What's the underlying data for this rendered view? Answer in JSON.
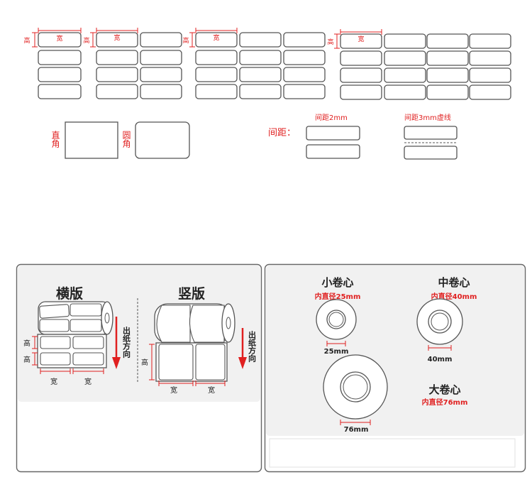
{
  "labels": {
    "width": "宽",
    "height": "高",
    "straight_corner": "直角",
    "rounded_corner": "圆角",
    "spacing": "间距：",
    "spacing_2mm": "间距2mm",
    "spacing_3mm": "间距3mm虚线"
  },
  "orientation_panel": {
    "horizontal": "横版",
    "vertical": "竖版",
    "feed_direction": "出纸方向"
  },
  "core_panel": {
    "small": {
      "title": "小卷心",
      "desc": "内直径25mm",
      "size": "25mm"
    },
    "medium": {
      "title": "中卷心",
      "desc": "内直径40mm",
      "size": "40mm"
    },
    "large": {
      "title": "大卷心",
      "desc": "内直径76mm",
      "size": "76mm"
    }
  },
  "colors": {
    "accent": "#e02020",
    "stroke": "#555555",
    "panel_bg": "#f1f1f1",
    "panel_border": "#666666"
  }
}
